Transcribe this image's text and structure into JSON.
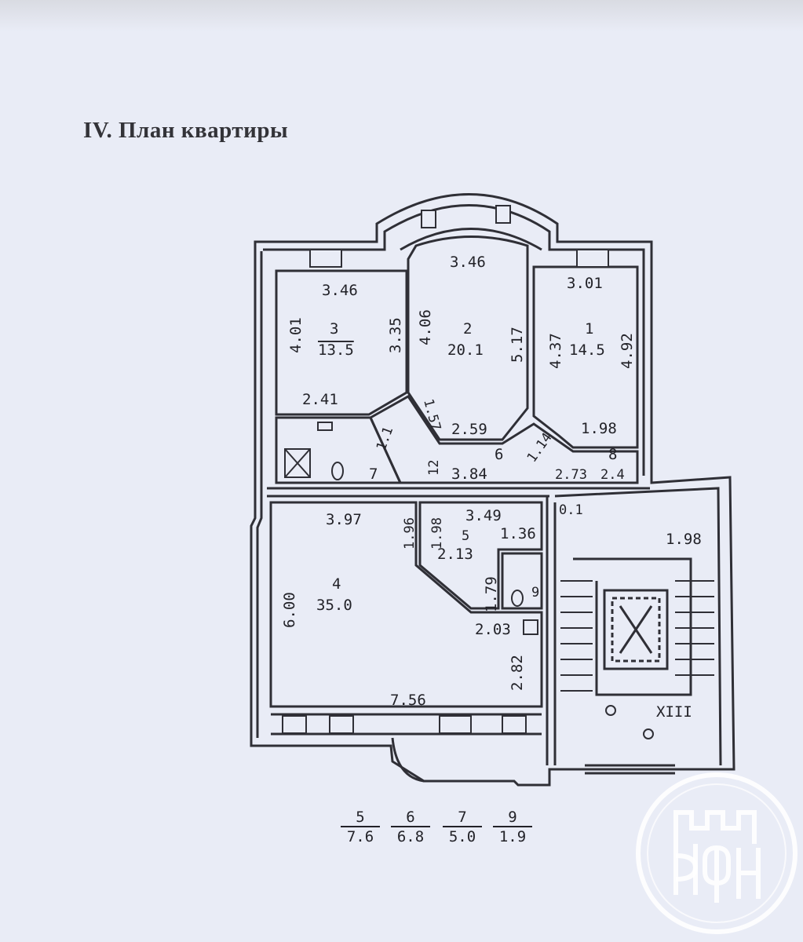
{
  "title": "IV. План квартиры",
  "rooms": [
    {
      "id": "1",
      "number": "1",
      "area": "14.5"
    },
    {
      "id": "2",
      "number": "2",
      "area": "20.1"
    },
    {
      "id": "3",
      "number": "3",
      "area": "13.5"
    },
    {
      "id": "4",
      "number": "4",
      "area": "35.0"
    },
    {
      "id": "5",
      "number": "5"
    },
    {
      "id": "6",
      "number": "6"
    },
    {
      "id": "7",
      "number": "7"
    },
    {
      "id": "8",
      "number": "8"
    },
    {
      "id": "9",
      "number": "9"
    }
  ],
  "dimensions": {
    "r3_top": "3.46",
    "r3_left": "4.01",
    "r3_right": "3.35",
    "r3_bottom": "2.41",
    "r2_top": "3.46",
    "r2_left": "4.06",
    "r2_right": "5.17",
    "r2_bottom": "2.59",
    "r1_top": "3.01",
    "r1_left": "4.37",
    "r1_right": "4.92",
    "r1_bottom": "1.98",
    "diag_1_57": "1.57",
    "diag_1_1": "1.1",
    "diag_1_14": "1.14",
    "v_12": "12",
    "hall_3_84": "3.84",
    "d_2_73": "2.73",
    "d_2_4": "2.4",
    "r4_top": "3.97",
    "r4_left": "6.00",
    "r4_bottom": "7.56",
    "r4_right_top": "1.96",
    "r5_1_98": "1.98",
    "r5_3_49": "3.49",
    "r5_2_13": "2.13",
    "r5_1_36": "1.36",
    "r9_1_79": "1.79",
    "d_2_03": "2.03",
    "d_2_82": "2.82",
    "stair_0_1": "0.1",
    "stair_1_98": "1.98",
    "stair_mark": "XIII"
  },
  "legend": [
    {
      "room": "5",
      "area": "7.6"
    },
    {
      "room": "6",
      "area": "6.8"
    },
    {
      "room": "7",
      "area": "5.0"
    },
    {
      "room": "9",
      "area": "1.9"
    }
  ],
  "logo": {
    "letters": "РФН",
    "color": "#ffffff"
  },
  "colors": {
    "background": "#e9ecf6",
    "ink": "#2a2a30"
  }
}
